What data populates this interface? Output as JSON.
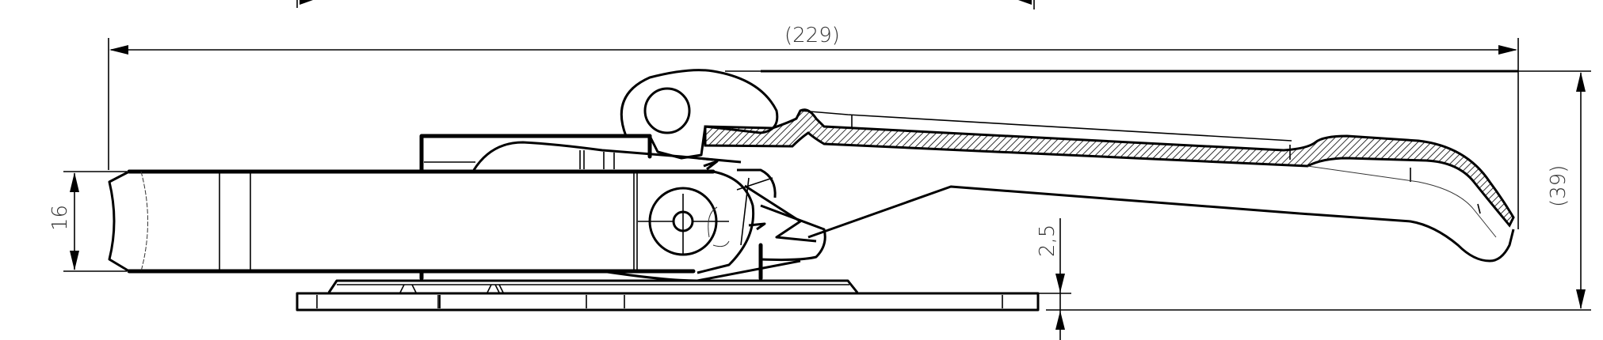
{
  "drawing": {
    "subject": "Toggle latch (draw latch) side view",
    "dimensions": {
      "overall_length": "(229)",
      "overall_height": "(39)",
      "strap_width": "16",
      "plate_thickness": "2,5"
    }
  },
  "colors": {
    "line": "#000000",
    "background": "#ffffff",
    "text": "#333333"
  }
}
